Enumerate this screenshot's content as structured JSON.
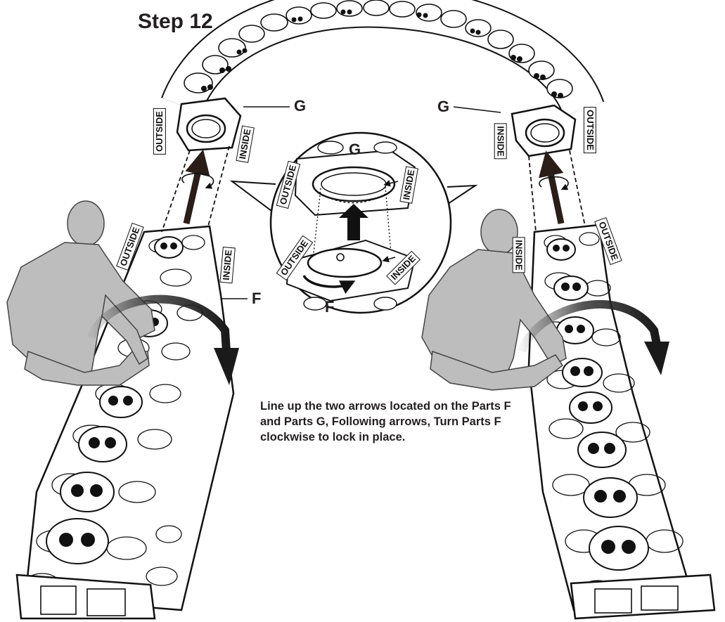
{
  "title": "Step 12",
  "labels": {
    "part_g_left": "G",
    "part_g_right": "G",
    "part_f_left": "F",
    "detail_g": "G",
    "detail_f": "F"
  },
  "side_tags": {
    "outside": "OUTSIDE",
    "inside": "INSIDE"
  },
  "instruction": "Line up the two arrows located on the Parts F and Parts G, Following arrows, Turn Parts F clockwise to lock in place.",
  "colors": {
    "ink": "#231f20",
    "figure_gray": "#bdbdbd",
    "arrow_dark": "#2b1d18"
  }
}
